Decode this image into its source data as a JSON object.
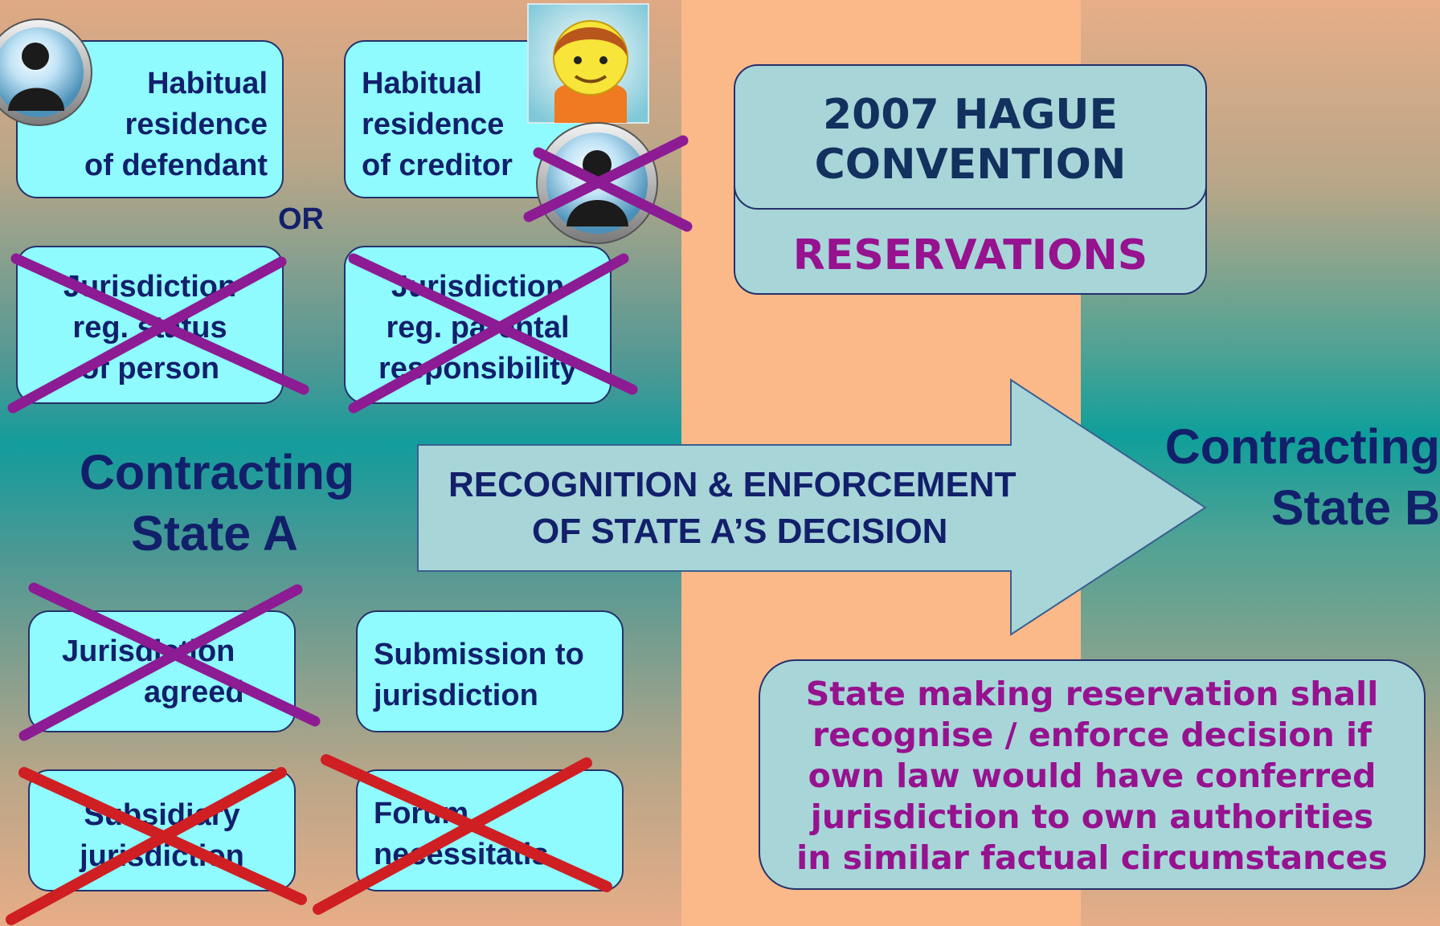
{
  "colors": {
    "box_fill": "#8ffbff",
    "text_navy": "#12206b",
    "accent_purple": "#96128f",
    "cross_purple": "#8d1b94",
    "cross_red": "#cf1f23",
    "peach_background": "#fbb98a",
    "arrow_fill": "#a8d5d8"
  },
  "left_state": {
    "boxes": {
      "habitual_defendant": [
        "Habitual",
        "residence",
        "of defendant"
      ],
      "habitual_creditor": [
        "Habitual",
        "residence",
        "of creditor"
      ],
      "status_person": [
        "Jurisdiction",
        "reg. status",
        "of person"
      ],
      "parental_responsibility": [
        "Jurisdiction",
        "reg. parental",
        "responsibility"
      ],
      "jurisdiction_agreed": [
        "Jurisdiction",
        "agreed"
      ],
      "submission": [
        "Submission to",
        "jurisdiction"
      ],
      "subsidiary": [
        "Subsidiary",
        "jurisdiction"
      ],
      "forum": [
        "Forum",
        "necessitatis"
      ]
    },
    "or_label": "OR",
    "state_name": [
      "Contracting",
      "State A"
    ]
  },
  "convention": {
    "title": [
      "2007 HAGUE",
      "CONVENTION"
    ],
    "subtitle": "RESERVATIONS"
  },
  "arrow": {
    "lines": [
      "RECOGNITION & ENFORCEMENT",
      "OF STATE A’S DECISION"
    ]
  },
  "right_state": {
    "state_name": [
      "Contracting",
      "State B"
    ]
  },
  "reservation_note": {
    "lines": [
      "State making reservation shall",
      "recognise / enforce decision if",
      "own law would have conferred",
      "jurisdiction to own authorities",
      "in similar factual circumstances"
    ]
  },
  "icons": {
    "defendant": "person-silhouette-icon",
    "creditor_child": "child-face-icon",
    "creditor_person": "person-silhouette-icon"
  }
}
